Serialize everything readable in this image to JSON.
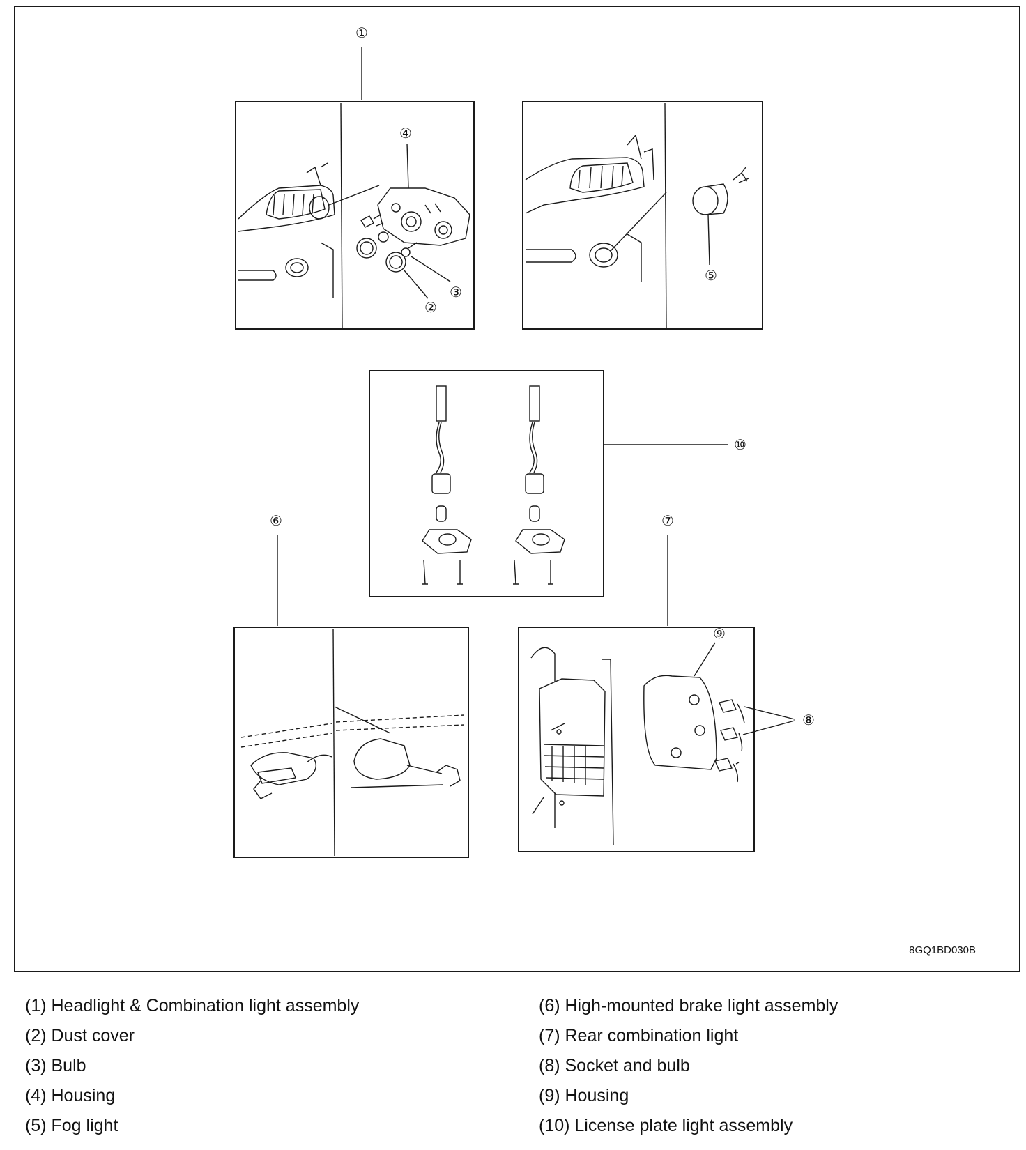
{
  "figure": {
    "image_code": "8GQ1BD030B",
    "callouts": {
      "c1": "①",
      "c2": "②",
      "c3": "③",
      "c4": "④",
      "c5": "⑤",
      "c6": "⑥",
      "c7": "⑦",
      "c8": "⑧",
      "c9": "⑨",
      "c10": "⑩"
    }
  },
  "legend": {
    "left": [
      "(1) Headlight & Combination light assembly",
      "(2) Dust cover",
      "(3) Bulb",
      "(4) Housing",
      "(5) Fog light"
    ],
    "right": [
      "(6) High-mounted brake light assembly",
      "(7) Rear combination light",
      "(8) Socket and bulb",
      "(9) Housing",
      "(10) License plate light assembly"
    ]
  }
}
